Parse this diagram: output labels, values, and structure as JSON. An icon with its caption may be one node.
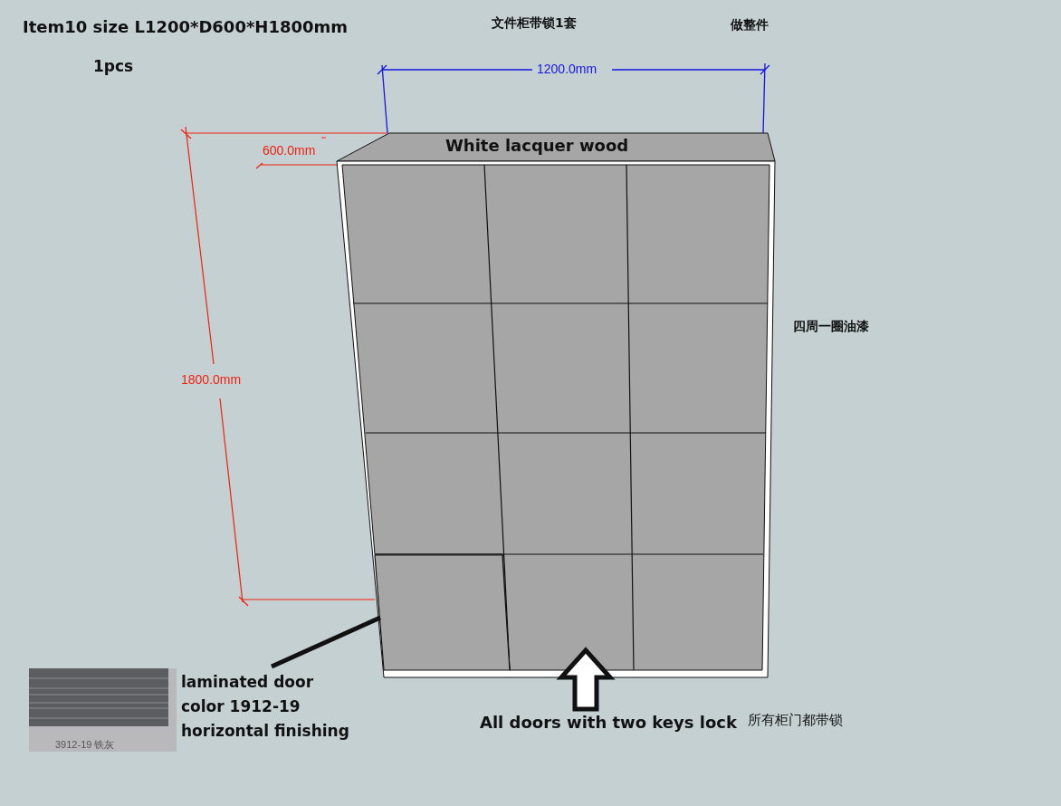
{
  "diagram": {
    "title": "Item10 size L1200*D600*H1800mm",
    "nodes": [
      {
        "text": [],
        "shape": "box"
      },
      {
        "text": [],
        "shape": "box",
        "in": 0
      },
      {
        "text": [
          "laminated door",
          "color 1912-19",
          "horizontal finishing"
        ]
      },
      {
        "text": [
          "All doors with two keys lock"
        ]
      }
    ],
    "edges": [
      {
        "from": 2,
        "to": 1,
        "arrow": "none"
      },
      {
        "from": 3,
        "to": 0,
        "arrow": "to"
      }
    ],
    "labels": [
      "1pcs",
      "文件柜带锁1套",
      "做整件",
      "1200.0mm",
      "600.0mm",
      "White lacquer wood",
      "1800.0mm",
      "四周一圈油漆",
      "所有柜门都带锁",
      "3912-19 铁灰"
    ]
  }
}
